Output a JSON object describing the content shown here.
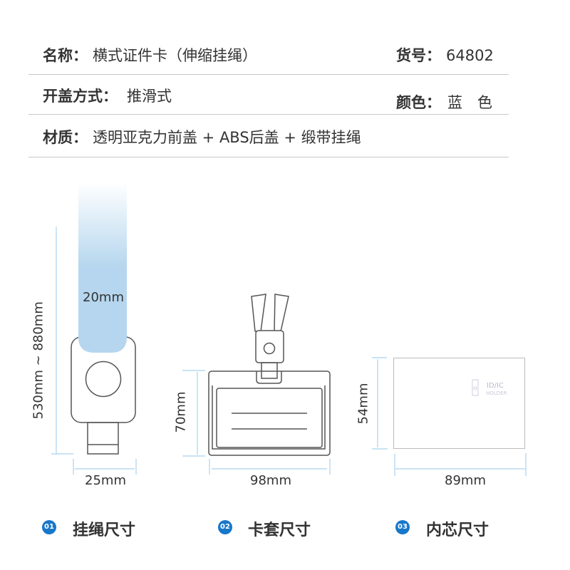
{
  "specs": {
    "name_label": "名称：",
    "name_value": "横式证件卡（伸缩挂绳）",
    "item_no_label": "货号：",
    "item_no_value": "64802",
    "open_label": "开盖方式：",
    "open_value": "推滑式",
    "color_label": "颜色：",
    "color_value": "蓝　色",
    "material_label": "材质：",
    "material_value": "透明亚克力前盖 + ABS后盖 + 缎带挂绳"
  },
  "dimensions": {
    "lanyard_width": "20mm",
    "lanyard_length": "530mm ~ 880mm",
    "clip_width": "25mm",
    "holder_height": "70mm",
    "holder_width": "98mm",
    "insert_height": "54mm",
    "insert_width": "89mm",
    "insert_logo_line1": "ID/IC",
    "insert_logo_line2": "HOLDER"
  },
  "captions": [
    {
      "num": "01",
      "label": "挂绳尺寸"
    },
    {
      "num": "02",
      "label": "卡套尺寸"
    },
    {
      "num": "03",
      "label": "内芯尺寸"
    }
  ],
  "colors": {
    "accent": "#1877c9",
    "dimension_line": "#a9d2ee",
    "lanyard": "#b5d6ee"
  }
}
